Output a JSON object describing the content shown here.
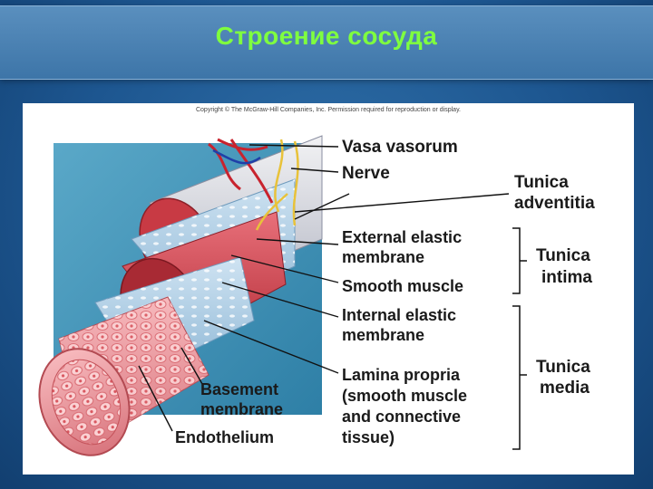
{
  "slide": {
    "title": "Строение сосуда"
  },
  "figure": {
    "copyright": "Copyright © The McGraw-Hill Companies, Inc. Permission required for reproduction or display.",
    "labels": {
      "vasa_vasorum": "Vasa vasorum",
      "nerve": "Nerve",
      "tunica_adventitia_1": "Tunica",
      "tunica_adventitia_2": "adventitia",
      "external_elastic_1": "External elastic",
      "external_elastic_2": "membrane",
      "smooth_muscle": "Smooth muscle",
      "internal_elastic_1": "Internal elastic",
      "internal_elastic_2": "membrane",
      "lamina_1": "Lamina propria",
      "lamina_2": "(smooth muscle",
      "lamina_3": "and connective",
      "lamina_4": "tissue)",
      "basement_1": "Basement",
      "basement_2": "membrane",
      "endothelium": "Endothelium",
      "tunica_intima_1": "Tunica",
      "tunica_intima_2": "intima",
      "tunica_media_1": "Tunica",
      "tunica_media_2": "media"
    }
  }
}
